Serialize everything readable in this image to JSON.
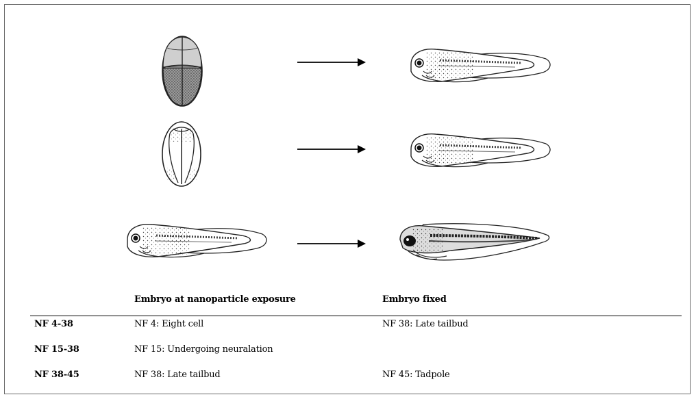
{
  "figure": {
    "header": {
      "exposure": "Embryo at nanoparticle exposure",
      "fixed": "Embryo fixed"
    },
    "rows": [
      {
        "label": "NF 4-38",
        "exposure": "NF 4: Eight cell",
        "fixed": "NF 38: Late tailbud",
        "exposure_icon": "eight-cell-embryo",
        "fixed_icon": "tailbud-embryo"
      },
      {
        "label": "NF 15-38",
        "exposure": "NF 15: Undergoing neuralation",
        "fixed": "",
        "exposure_icon": "neurula-embryo",
        "fixed_icon": "tailbud-embryo"
      },
      {
        "label": "NF 38-45",
        "exposure": "NF 38: Late tailbud",
        "fixed": "NF 45: Tadpole",
        "exposure_icon": "tailbud-embryo",
        "fixed_icon": "tadpole"
      }
    ]
  }
}
